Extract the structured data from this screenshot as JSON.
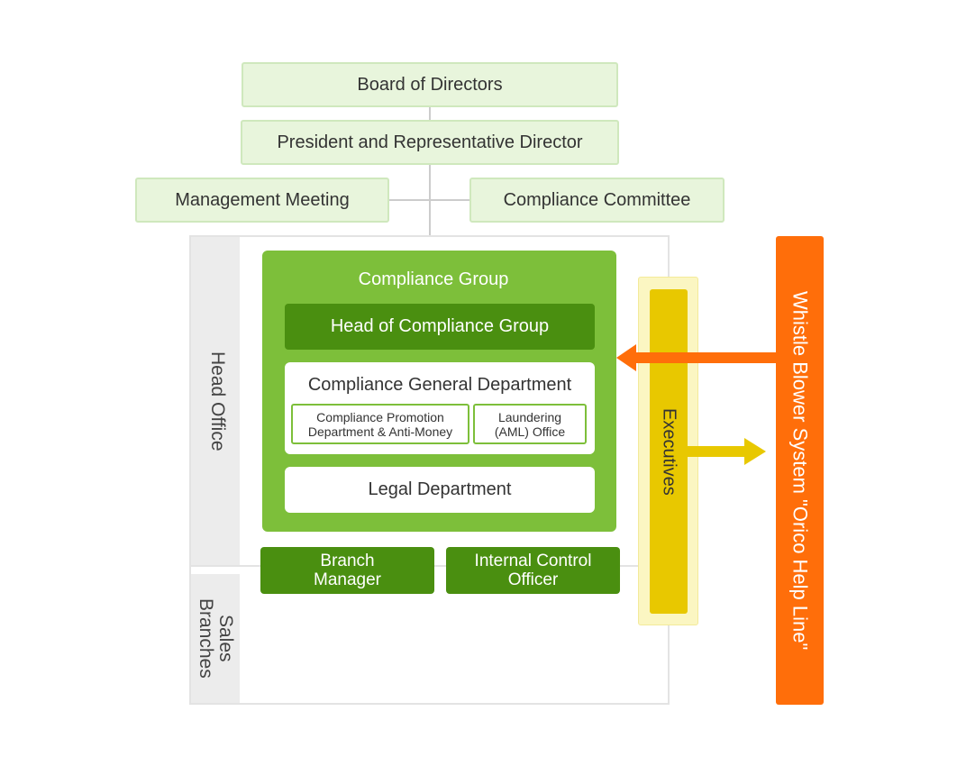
{
  "board": "Board of Directors",
  "president": "President and Representative Director",
  "management_meeting": "Management Meeting",
  "compliance_committee": "Compliance Committee",
  "head_office": "Head Office",
  "sales_branches": [
    "Sales",
    "Branches"
  ],
  "compliance_group": {
    "title": "Compliance Group",
    "head": "Head of Compliance Group",
    "general_dept": "Compliance General Department",
    "promotion_dept": [
      "Compliance Promotion",
      "Department & Anti-Money"
    ],
    "aml_office": [
      "Laundering",
      "(AML) Office"
    ],
    "legal_dept": "Legal Department"
  },
  "branch_manager": [
    "Branch",
    "Manager"
  ],
  "internal_control": [
    "Internal Control",
    "Officer"
  ],
  "executives": "Executives",
  "whistle_blower": "Whistle Blower System \"Orico Help Line\"",
  "colors": {
    "light_green": "#e8f5dc",
    "group_green": "#7dbf3a",
    "dark_green": "#4a8f10",
    "executives_yellow": "#e8c800",
    "executives_halo": "#fbf6c2",
    "whistle_orange": "#ff6e0a"
  }
}
